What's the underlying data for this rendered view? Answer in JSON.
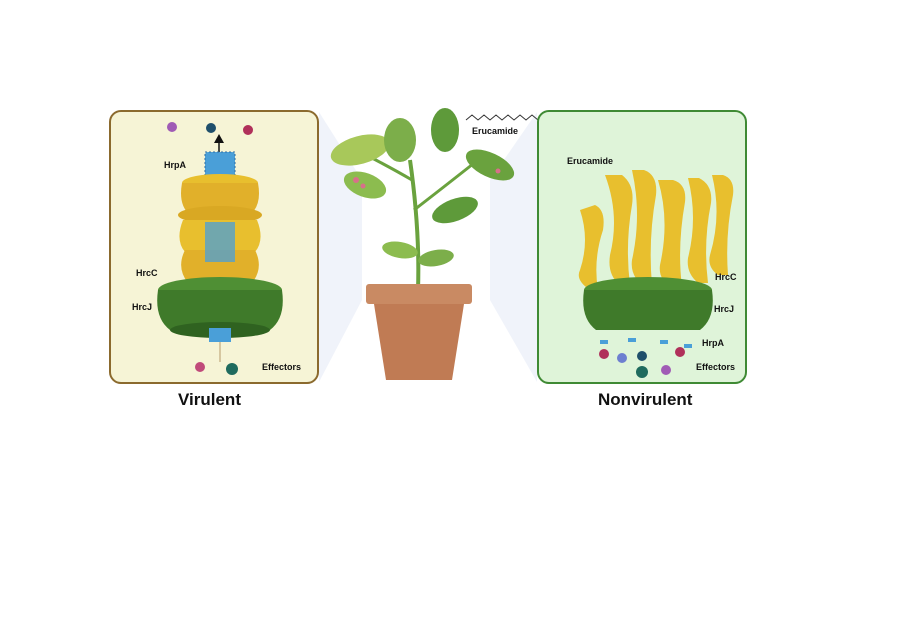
{
  "left_panel": {
    "caption": "Virulent",
    "labels": {
      "hrpa": "HrpA",
      "hrcc": "HrcC",
      "hrcj": "HrcJ",
      "effectors": "Effectors"
    }
  },
  "right_panel": {
    "caption": "Nonvirulent",
    "labels": {
      "erucamide": "Erucamide",
      "hrcc": "HrcC",
      "hrcj": "HrcJ",
      "hrpa": "HrpA",
      "effectors": "Effectors"
    }
  },
  "center": {
    "erucamide_label": "Erucamide"
  },
  "colors": {
    "virulent_border": "#8b6a2e",
    "virulent_bg": "#f6f4d6",
    "nonvirulent_border": "#3f8a34",
    "nonvirulent_bg": "#dff4d9",
    "hrpa": "#4a9fd8",
    "hrcc": "#e8bf2e",
    "hrcj": "#3f7a2a",
    "pot": "#c98a63",
    "leaf": "#7cae4a"
  }
}
